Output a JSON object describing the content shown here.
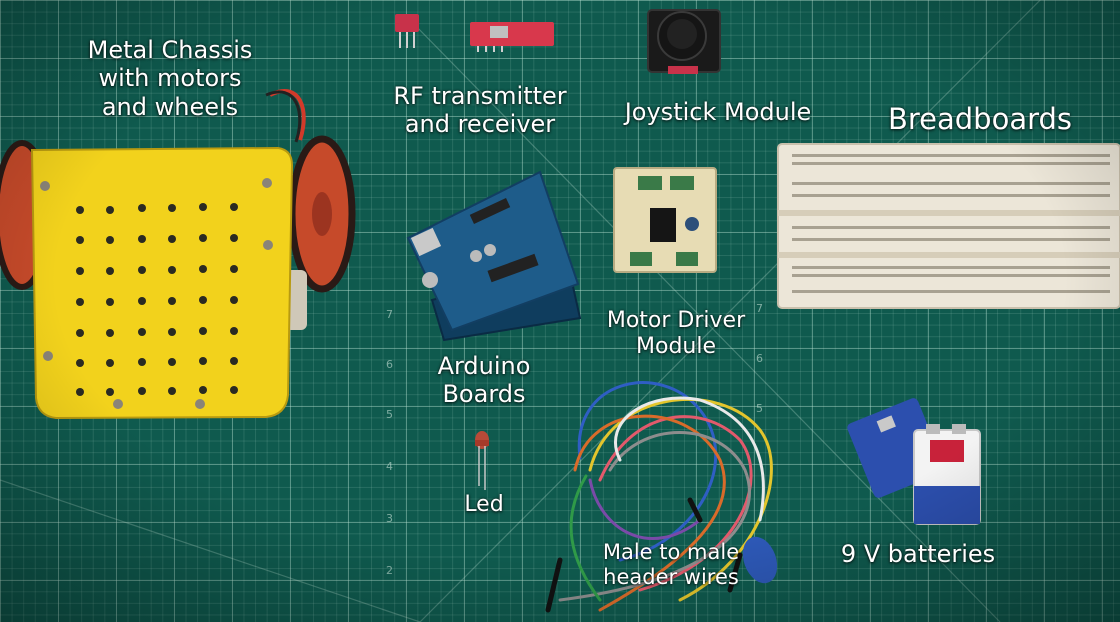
{
  "labels": {
    "chassis": [
      "Metal Chassis",
      "with motors",
      "and wheels"
    ],
    "rf": [
      "RF transmitter",
      "and receiver"
    ],
    "joystick": "Joystick Module",
    "breadboards": "Breadboards",
    "arduino": [
      "Arduino",
      "Boards"
    ],
    "motor_driver": [
      "Motor Driver",
      "Module"
    ],
    "led": "Led",
    "wires": [
      "Male to male",
      "header wires"
    ],
    "batteries": "9 V batteries"
  },
  "colors": {
    "mat": "#0f5a4e",
    "chassis": "#f2d21c",
    "wheel": "#c64a2a",
    "arduino": "#1e5c8a",
    "rf_board": "#c8324a",
    "driver_board": "#e7dcb4",
    "breadboard": "#ece6d8",
    "battery": "#2c4fae"
  }
}
